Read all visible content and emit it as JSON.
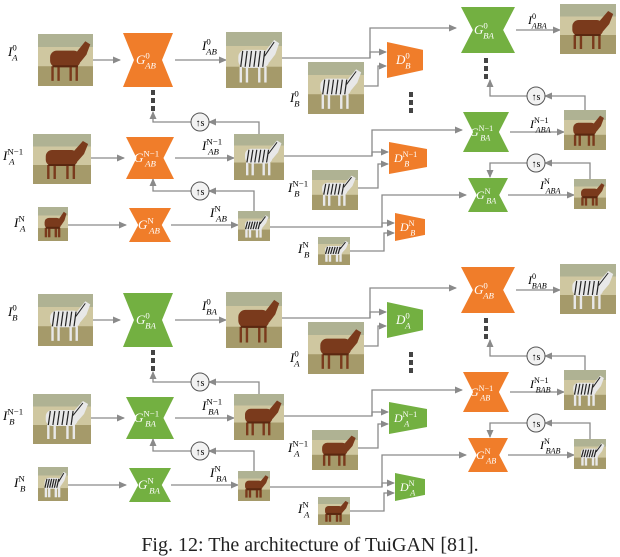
{
  "colors": {
    "generator_orange": "#f07d2a",
    "generator_green": "#73b041",
    "arrow": "#8a8a8a",
    "horse": "#7a3a1c",
    "zebra": "#e8e8e8",
    "grass": "#a59a6a",
    "label": "#000000"
  },
  "caption": "Fig. 12: The architecture of TuiGAN [81].",
  "panels": [
    {
      "id": "top",
      "gen_color": "orange",
      "disc_color": "orange",
      "cycle_color": "green",
      "source_kind": "horse",
      "target_kind": "zebra",
      "inputs": {
        "s0": {
          "base": "I",
          "sup": "0",
          "sub": "A"
        },
        "sN1": {
          "base": "I",
          "sup": "N−1",
          "sub": "A"
        },
        "sN": {
          "base": "I",
          "sup": "N",
          "sub": "A"
        }
      },
      "generators": {
        "g0": {
          "base": "G",
          "sup": "0",
          "sub": "AB"
        },
        "gN1": {
          "base": "G",
          "sup": "N−1",
          "sub": "AB"
        },
        "gN": {
          "base": "G",
          "sup": "N",
          "sub": "AB"
        }
      },
      "outputs": {
        "o0": {
          "base": "I",
          "sup": "0",
          "sub": "AB"
        },
        "oN1": {
          "base": "I",
          "sup": "N−1",
          "sub": "AB"
        },
        "oN": {
          "base": "I",
          "sup": "N",
          "sub": "AB"
        }
      },
      "reals": {
        "r0": {
          "base": "I",
          "sup": "0",
          "sub": "B"
        },
        "rN1": {
          "base": "I",
          "sup": "N−1",
          "sub": "B"
        },
        "rN": {
          "base": "I",
          "sup": "N",
          "sub": "B"
        }
      },
      "discriminators": {
        "d0": {
          "base": "D",
          "sup": "0",
          "sub": "B"
        },
        "dN1": {
          "base": "D",
          "sup": "N−1",
          "sub": "B"
        },
        "dN": {
          "base": "D",
          "sup": "N",
          "sub": "B"
        }
      },
      "cycle_generators": {
        "c0": {
          "base": "G",
          "sup": "0",
          "sub": "BA"
        },
        "cN1": {
          "base": "G",
          "sup": "N−1",
          "sub": "BA"
        },
        "cN": {
          "base": "G",
          "sup": "N",
          "sub": "BA"
        }
      },
      "cycle_outputs": {
        "co0": {
          "base": "I",
          "sup": "0",
          "sub": "ABA"
        },
        "coN1": {
          "base": "I",
          "sup": "N−1",
          "sub": "ABA"
        },
        "coN": {
          "base": "I",
          "sup": "N",
          "sub": "ABA"
        }
      },
      "upsample_symbol": "↑s"
    },
    {
      "id": "bottom",
      "gen_color": "green",
      "disc_color": "green",
      "cycle_color": "orange",
      "source_kind": "zebra",
      "target_kind": "horse",
      "inputs": {
        "s0": {
          "base": "I",
          "sup": "0",
          "sub": "B"
        },
        "sN1": {
          "base": "I",
          "sup": "N−1",
          "sub": "B"
        },
        "sN": {
          "base": "I",
          "sup": "N",
          "sub": "B"
        }
      },
      "generators": {
        "g0": {
          "base": "G",
          "sup": "0",
          "sub": "BA"
        },
        "gN1": {
          "base": "G",
          "sup": "N−1",
          "sub": "BA"
        },
        "gN": {
          "base": "G",
          "sup": "N",
          "sub": "BA"
        }
      },
      "outputs": {
        "o0": {
          "base": "I",
          "sup": "0",
          "sub": "BA"
        },
        "oN1": {
          "base": "I",
          "sup": "N−1",
          "sub": "BA"
        },
        "oN": {
          "base": "I",
          "sup": "N",
          "sub": "BA"
        }
      },
      "reals": {
        "r0": {
          "base": "I",
          "sup": "0",
          "sub": "A"
        },
        "rN1": {
          "base": "I",
          "sup": "N−1",
          "sub": "A"
        },
        "rN": {
          "base": "I",
          "sup": "N",
          "sub": "A"
        }
      },
      "discriminators": {
        "d0": {
          "base": "D",
          "sup": "0",
          "sub": "A"
        },
        "dN1": {
          "base": "D",
          "sup": "N−1",
          "sub": "A"
        },
        "dN": {
          "base": "D",
          "sup": "N",
          "sub": "A"
        }
      },
      "cycle_generators": {
        "c0": {
          "base": "G",
          "sup": "0",
          "sub": "AB"
        },
        "cN1": {
          "base": "G",
          "sup": "N−1",
          "sub": "AB"
        },
        "cN": {
          "base": "G",
          "sup": "N",
          "sub": "AB"
        }
      },
      "cycle_outputs": {
        "co0": {
          "base": "I",
          "sup": "0",
          "sub": "BAB"
        },
        "coN1": {
          "base": "I",
          "sup": "N−1",
          "sub": "BAB"
        },
        "coN": {
          "base": "I",
          "sup": "N",
          "sub": "BAB"
        }
      },
      "upsample_symbol": "↑s"
    }
  ]
}
